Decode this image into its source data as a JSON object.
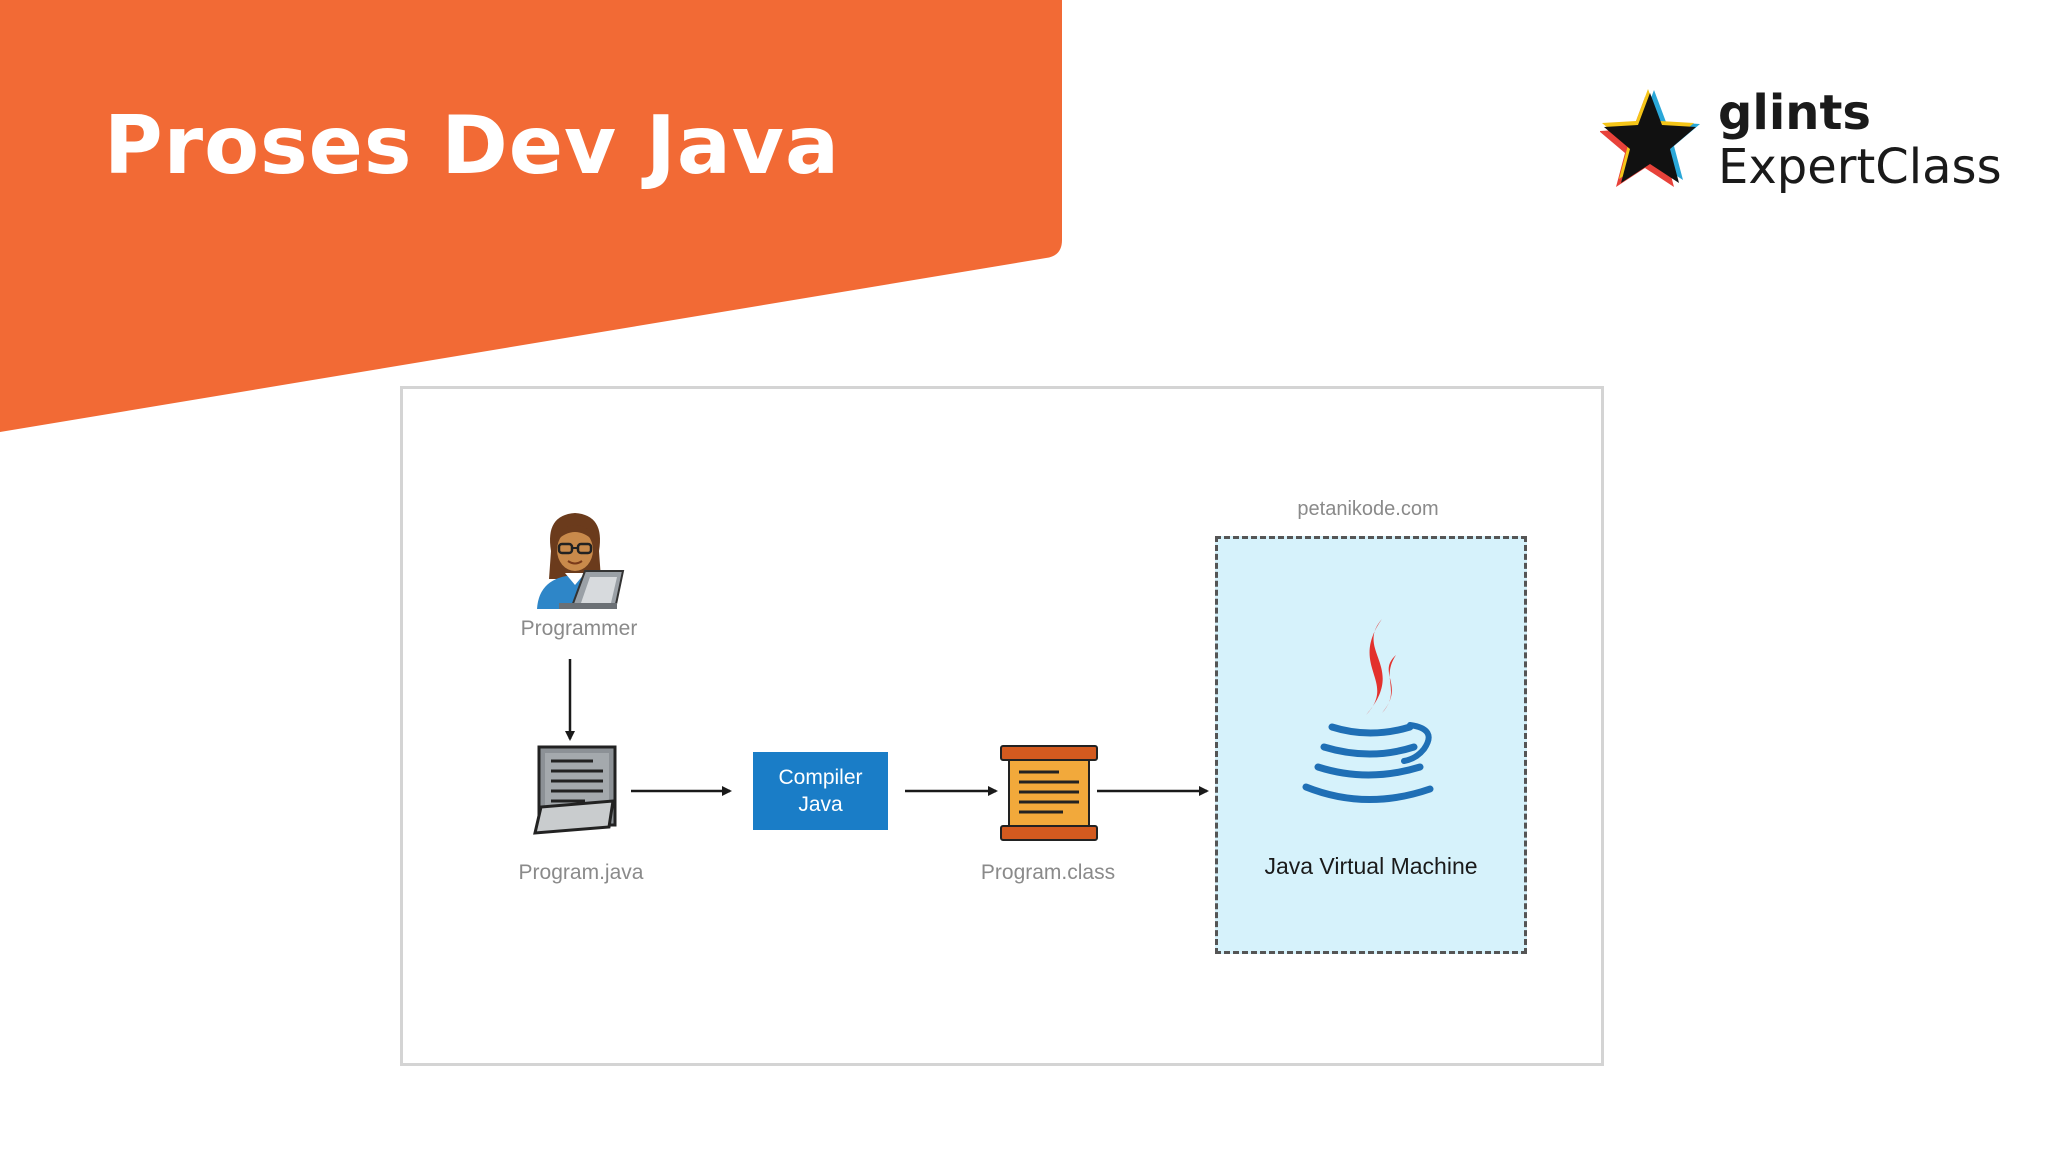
{
  "slide": {
    "title": "Proses Dev Java",
    "accent_color": "#f26a35"
  },
  "logo": {
    "line1": "glints",
    "line2": "ExpertClass"
  },
  "diagram": {
    "programmer_label": "Programmer",
    "source_file_label": "Program.java",
    "compiler_line1": "Compiler",
    "compiler_line2": "Java",
    "bytecode_label": "Program.class",
    "jvm_source": "petanikode.com",
    "jvm_label": "Java Virtual Machine",
    "compiler_color": "#1a7dc7",
    "jvm_bg_color": "#d6f2fb"
  }
}
